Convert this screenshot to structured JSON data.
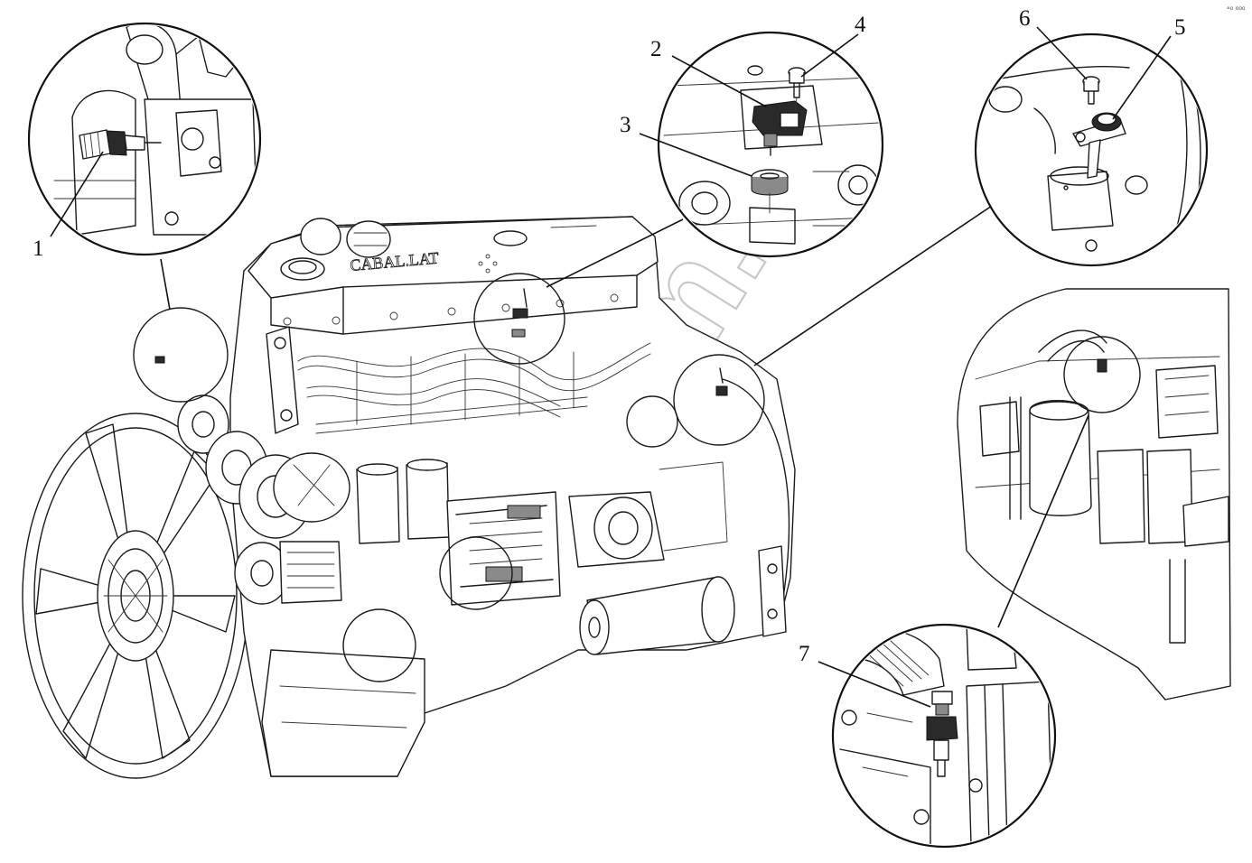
{
  "diagram": {
    "callout_numbers": [
      "1",
      "2",
      "3",
      "4",
      "5",
      "6",
      "7"
    ],
    "watermark": "m.ru",
    "engine_brand": "CABAL.LAT",
    "corner_mark": "°⁰ ⁰⁰⁰"
  }
}
